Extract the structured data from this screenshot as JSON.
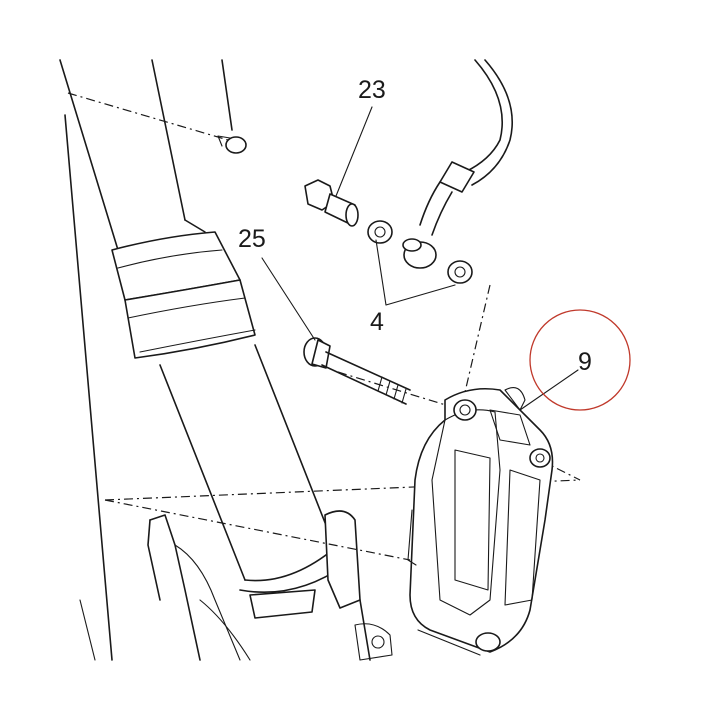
{
  "callouts": {
    "c23": "23",
    "c25": "25",
    "c4": "4",
    "c9": "9"
  },
  "colors": {
    "line": "#1a1a1a",
    "highlight_circle": "#c0392b",
    "background": "#ffffff"
  }
}
